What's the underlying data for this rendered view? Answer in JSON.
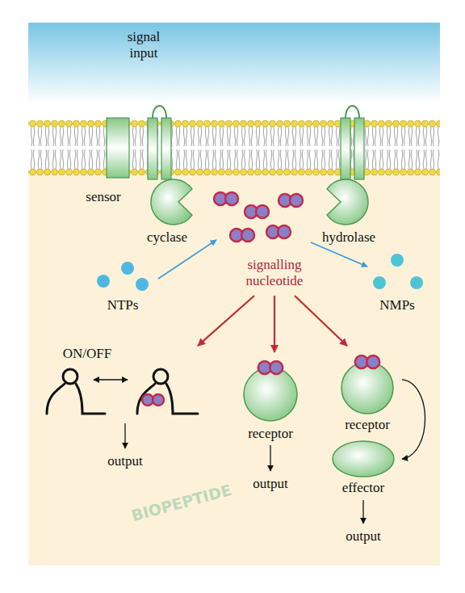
{
  "diagram": {
    "nodes": [
      {
        "text": [
          "sensor"
        ]
      },
      {
        "text": [
          "cyclase"
        ]
      },
      {
        "text": [
          "hydrolase"
        ]
      },
      {
        "text": [
          "receptor"
        ]
      },
      {
        "text": [
          "receptor"
        ]
      },
      {
        "text": [
          "effector"
        ]
      }
    ],
    "edges": [
      {
        "from": 4,
        "to": 5,
        "arrow": "to"
      }
    ],
    "labels": [
      "signal input",
      "signalling nucleotide",
      "NTPs",
      "NMPs",
      "ON/OFF",
      "output",
      "output",
      "output",
      "BIOPEPTIDE"
    ]
  }
}
